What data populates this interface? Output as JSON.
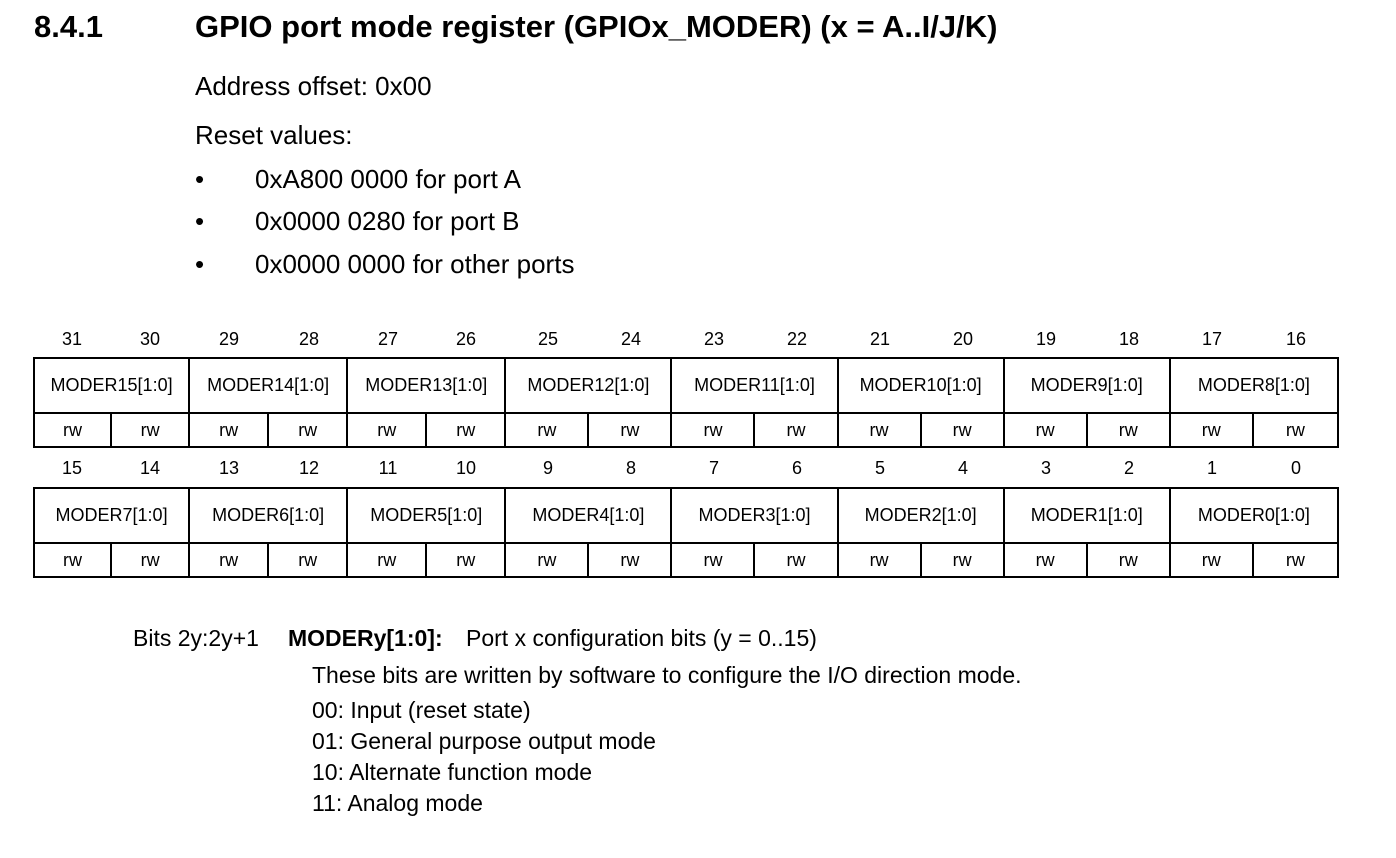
{
  "section": {
    "number": "8.4.1",
    "title": "GPIO port mode register (GPIOx_MODER) (x = A..I/J/K)"
  },
  "address_offset": "Address offset: 0x00",
  "reset_values_label": "Reset values:",
  "reset_values": [
    "0xA800 0000 for port A",
    "0x0000 0280 for port B",
    "0x0000 0000 for other ports"
  ],
  "bullet": "•",
  "upper_half": {
    "bit_numbers": [
      "31",
      "30",
      "29",
      "28",
      "27",
      "26",
      "25",
      "24",
      "23",
      "22",
      "21",
      "20",
      "19",
      "18",
      "17",
      "16"
    ],
    "fields": [
      "MODER15[1:0]",
      "MODER14[1:0]",
      "MODER13[1:0]",
      "MODER12[1:0]",
      "MODER11[1:0]",
      "MODER10[1:0]",
      "MODER9[1:0]",
      "MODER8[1:0]"
    ],
    "access": [
      "rw",
      "rw",
      "rw",
      "rw",
      "rw",
      "rw",
      "rw",
      "rw",
      "rw",
      "rw",
      "rw",
      "rw",
      "rw",
      "rw",
      "rw",
      "rw"
    ]
  },
  "lower_half": {
    "bit_numbers": [
      "15",
      "14",
      "13",
      "12",
      "11",
      "10",
      "9",
      "8",
      "7",
      "6",
      "5",
      "4",
      "3",
      "2",
      "1",
      "0"
    ],
    "fields": [
      "MODER7[1:0]",
      "MODER6[1:0]",
      "MODER5[1:0]",
      "MODER4[1:0]",
      "MODER3[1:0]",
      "MODER2[1:0]",
      "MODER1[1:0]",
      "MODER0[1:0]"
    ],
    "access": [
      "rw",
      "rw",
      "rw",
      "rw",
      "rw",
      "rw",
      "rw",
      "rw",
      "rw",
      "rw",
      "rw",
      "rw",
      "rw",
      "rw",
      "rw",
      "rw"
    ]
  },
  "description": {
    "bits": "Bits 2y:2y+1",
    "field_name": "MODERy[1:0]:",
    "field_summary": "Port x configuration bits (y = 0..15)",
    "lines": [
      "These bits are written by software to configure the I/O direction mode.",
      "00: Input (reset state)",
      "01: General purpose output mode",
      "10: Alternate function mode",
      "11: Analog mode"
    ]
  }
}
